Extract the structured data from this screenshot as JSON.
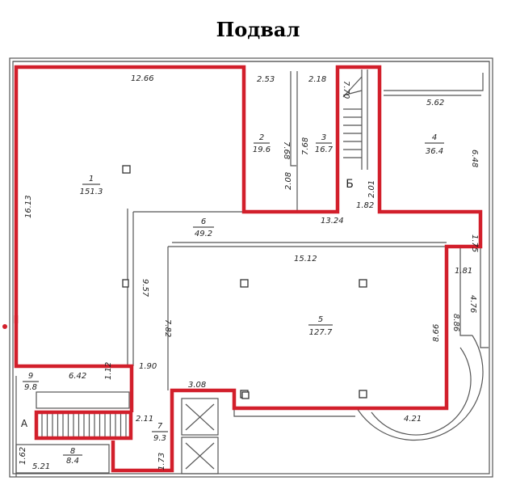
{
  "title": "Подвал",
  "rooms": [
    {
      "num": "1",
      "area": "151.3"
    },
    {
      "num": "2",
      "area": "19.6"
    },
    {
      "num": "3",
      "area": "16.7"
    },
    {
      "num": "4",
      "area": "36.4"
    },
    {
      "num": "5",
      "area": "127.7"
    },
    {
      "num": "6",
      "area": "49.2"
    },
    {
      "num": "7",
      "area": "9.3"
    },
    {
      "num": "8",
      "area": "8.4"
    },
    {
      "num": "9",
      "area": "9.8"
    }
  ],
  "letters": {
    "b": "Б",
    "a": "А"
  },
  "dims": {
    "d1266": "12.66",
    "d1613": "16.13",
    "d253": "2.53",
    "d768a": "7.68",
    "d208": "2.08",
    "d218": "2.18",
    "d768b": "7.68",
    "d770": "7.70",
    "d201": "2.01",
    "d182": "1.82",
    "d562": "5.62",
    "d648": "6.48",
    "d1324": "13.24",
    "d175": "1.75",
    "d1512": "15.12",
    "d181": "1.81",
    "d476": "4.76",
    "d886": "8.86",
    "d866": "8.66",
    "d421": "4.21",
    "d957": "9.57",
    "d782": "7.82",
    "d190": "1.90",
    "d308": "3.08",
    "d642": "6.42",
    "d112": "1.12",
    "d211": "2.11",
    "d173": "1.73",
    "d162": "1.62",
    "d521": "5.21"
  }
}
